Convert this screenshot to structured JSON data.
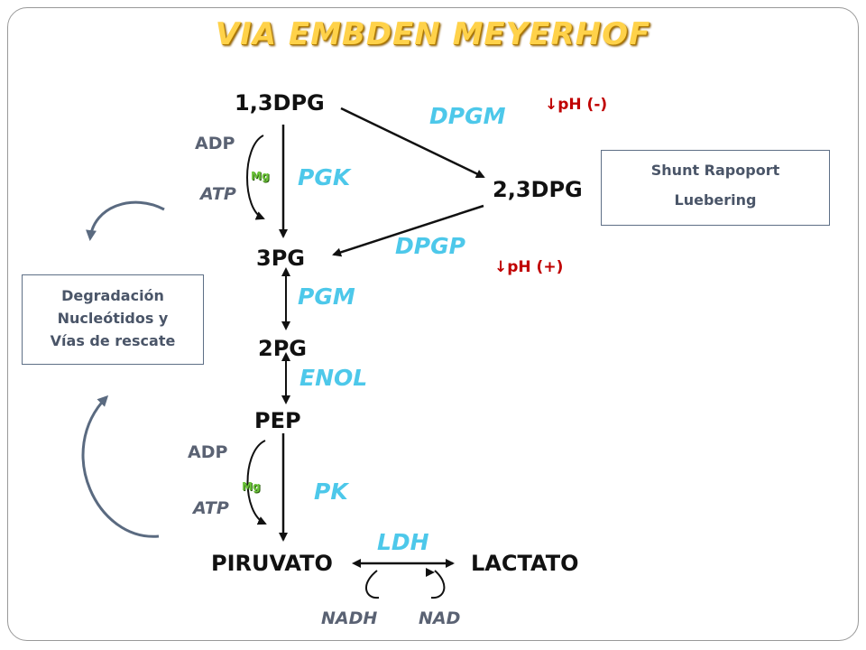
{
  "title": "VIA EMBDEN MEYERHOF",
  "metabolites": {
    "dpg13": "1,3DPG",
    "dpg23": "2,3DPG",
    "pg3": "3PG",
    "pg2": "2PG",
    "pep": "PEP",
    "piruvato": "PIRUVATO",
    "lactato": "LACTATO"
  },
  "enzymes": {
    "dpgm": "DPGM",
    "pgk": "PGK",
    "dpgp": "DPGP",
    "pgm": "PGM",
    "enol": "ENOL",
    "pk": "PK",
    "ldh": "LDH"
  },
  "cofactors": {
    "adp_top": "ADP",
    "atp_top": "ATP",
    "mg_top": "Mg",
    "adp_bottom": "ADP",
    "atp_bottom": "ATP",
    "mg_bottom": "Mg",
    "nadh": "NADH",
    "nad": "NAD"
  },
  "ph_notes": {
    "upper": "↓pH  (-)",
    "lower": "↓pH  (+)"
  },
  "shunt_box": {
    "line1": "Shunt Rapoport",
    "line2": "Luebering"
  },
  "degradation_box": {
    "line1": "Degradación",
    "line2": "Nucleótidos y",
    "line3": "Vías de rescate"
  },
  "colors": {
    "title": "#ffd24a",
    "enzyme": "#4dc8ea",
    "cofactor": "#5a6273",
    "magnesium": "#6cc43a",
    "ph_note": "#c00000",
    "side_arrow": "#5a6a80"
  }
}
